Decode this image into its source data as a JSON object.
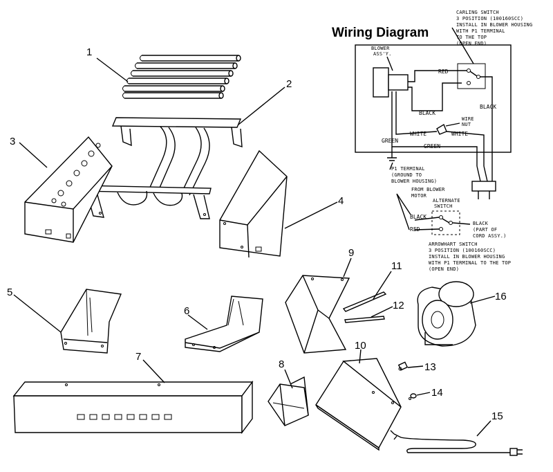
{
  "wiring": {
    "title": "Wiring Diagram",
    "switch_note": [
      "CARLING SWITCH",
      "3 POSITION (100160SCC)",
      "INSTALL IN BLOWER HOUSING",
      "WITH P1 TERMINAL",
      "TO THE TOP",
      "(OPEN END)"
    ],
    "blower_label": [
      "BLOWER",
      "ASS'Y."
    ],
    "red": "RED",
    "black": "BLACK",
    "black_right": "BLACK",
    "wire_nut": [
      "WIRE",
      "NUT"
    ],
    "white_left": "WHITE",
    "white_right": "WHITE",
    "green_left": "GREEN",
    "green_right": "GREEN",
    "terminal_note": [
      "P1 TERMINAL",
      "(GROUND TO",
      "BLOWER HOUSING)"
    ],
    "from_motor": [
      "FROM BLOWER",
      "MOTOR"
    ],
    "alt_switch": [
      "ALTERNATE",
      "SWITCH"
    ],
    "alt_black": "BLACK",
    "alt_red": "RED",
    "alt_black_right": [
      "BLACK",
      "(PART OF",
      "CORD ASSY.)"
    ],
    "alt_note": [
      "ARROWHART SWITCH",
      "3 POSITION (100160SCC)",
      "INSTALL IN BLOWER HOUSING",
      "WITH P1 TERMINAL TO THE TOP",
      "(OPEN END)"
    ]
  },
  "parts": {
    "p1": "1",
    "p2": "2",
    "p3": "3",
    "p4": "4",
    "p5": "5",
    "p6": "6",
    "p7": "7",
    "p8": "8",
    "p9": "9",
    "p10": "10",
    "p11": "11",
    "p12": "12",
    "p13": "13",
    "p14": "14",
    "p15": "15",
    "p16": "16"
  }
}
